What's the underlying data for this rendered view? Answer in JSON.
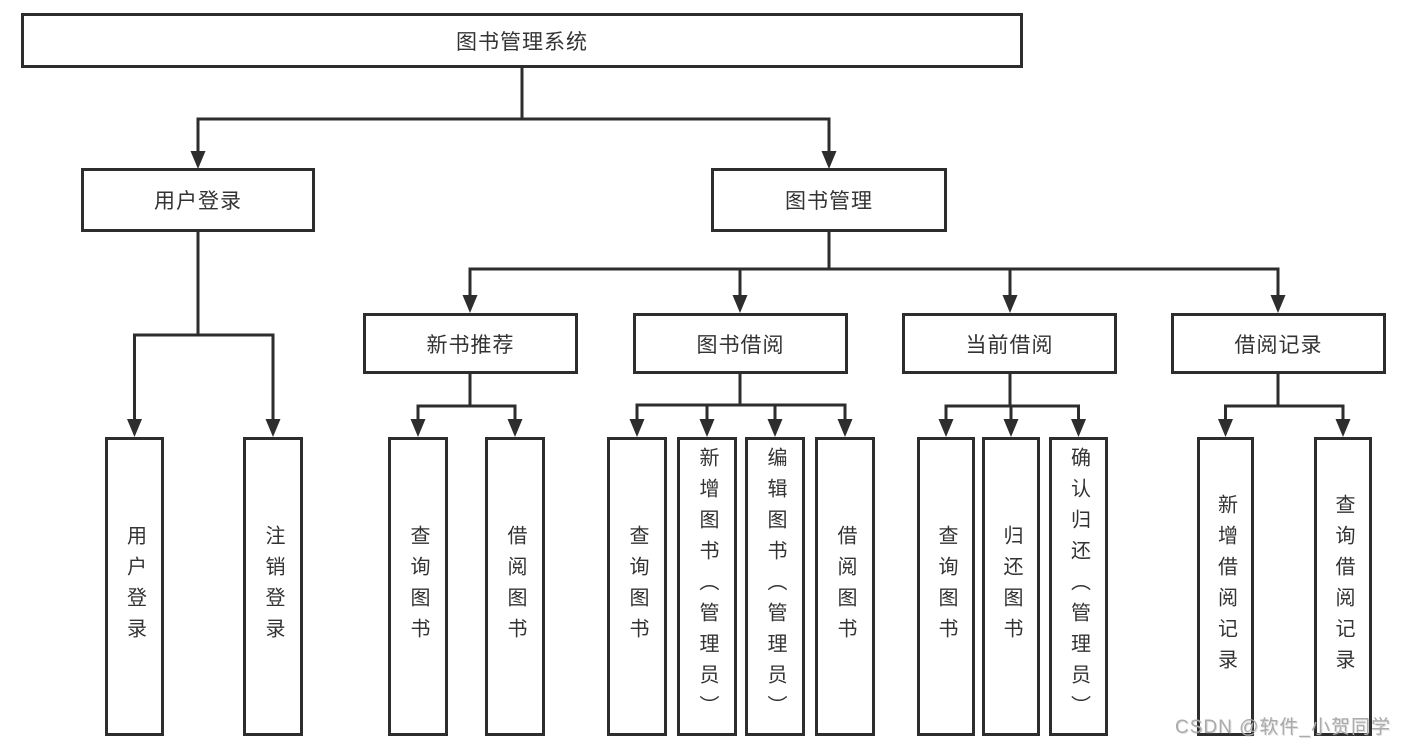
{
  "diagram": {
    "root": {
      "label": "图书管理系统"
    },
    "level2": [
      {
        "label": "用户登录"
      },
      {
        "label": "图书管理"
      }
    ],
    "level3": [
      {
        "label": "新书推荐"
      },
      {
        "label": "图书借阅"
      },
      {
        "label": "当前借阅"
      },
      {
        "label": "借阅记录"
      }
    ],
    "leaves": [
      {
        "label": "用户登录"
      },
      {
        "label": "注销登录"
      },
      {
        "label": "查询图书"
      },
      {
        "label": "借阅图书"
      },
      {
        "label": "查询图书"
      },
      {
        "label": "新增图书（管理员）"
      },
      {
        "label": "编辑图书（管理员）"
      },
      {
        "label": "借阅图书"
      },
      {
        "label": "查询图书"
      },
      {
        "label": "归还图书"
      },
      {
        "label": "确认归还（管理员）"
      },
      {
        "label": "新增借阅记录"
      },
      {
        "label": "查询借阅记录"
      }
    ]
  },
  "watermark": {
    "text": "CSDN @软件_小贺同学"
  },
  "colors": {
    "line": "#2d2d2d",
    "text": "#333333",
    "watermark": "#ababab",
    "background": "#ffffff"
  }
}
